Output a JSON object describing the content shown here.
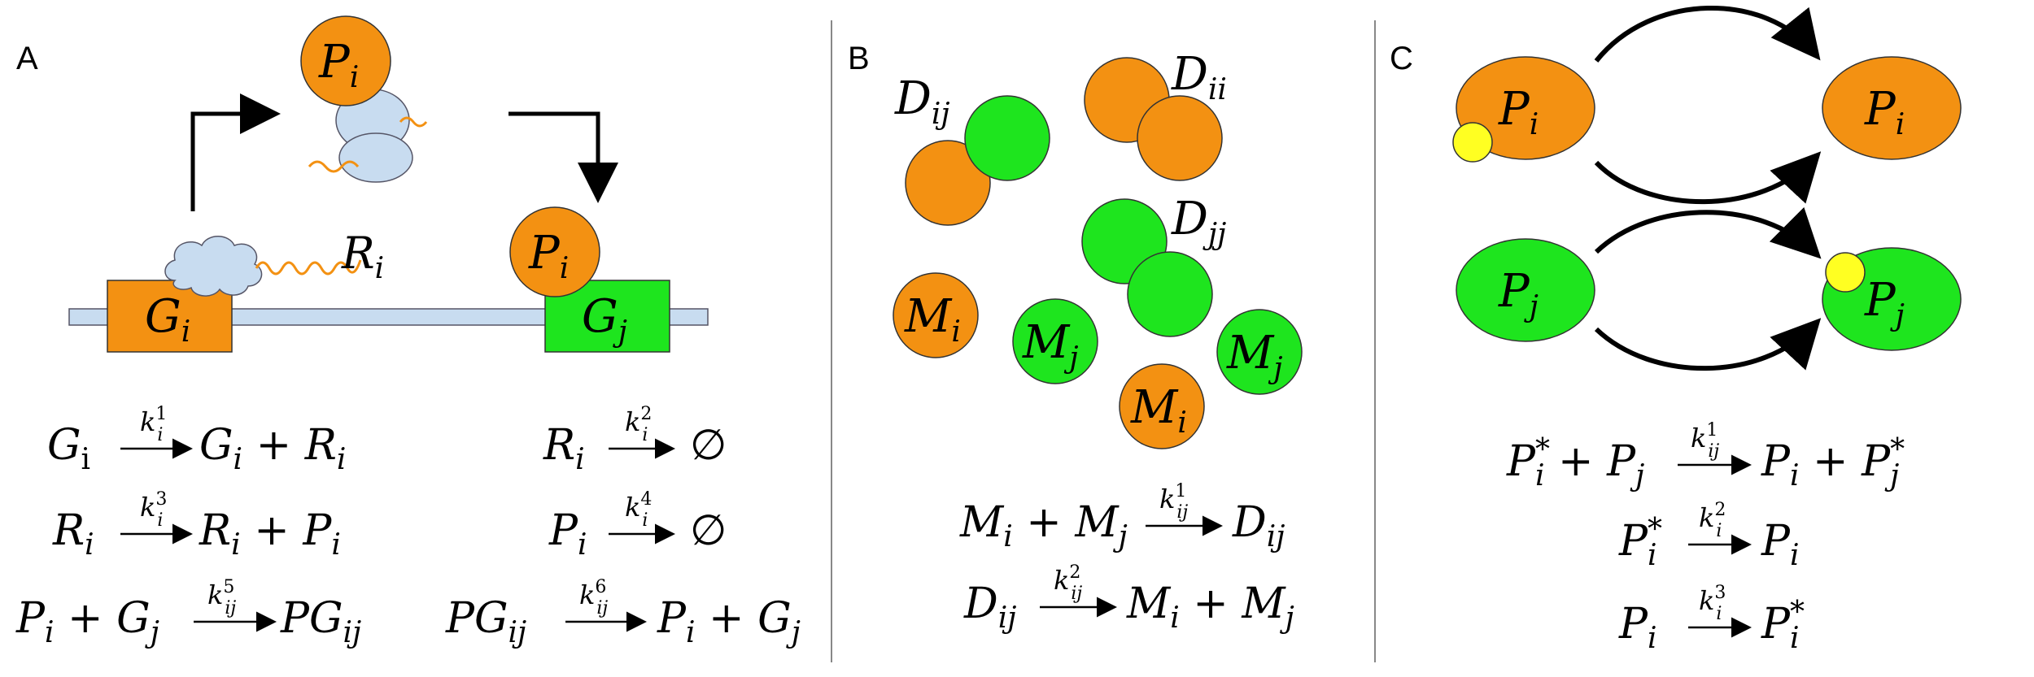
{
  "colors": {
    "orange": "#f39112",
    "green": "#1ee51e",
    "light_blue": "#c8dcf0",
    "yellow": "#ffff22",
    "divider": "#888888"
  },
  "panels": {
    "a": {
      "letter": "A"
    },
    "b": {
      "letter": "B"
    },
    "c": {
      "letter": "C"
    }
  }
}
